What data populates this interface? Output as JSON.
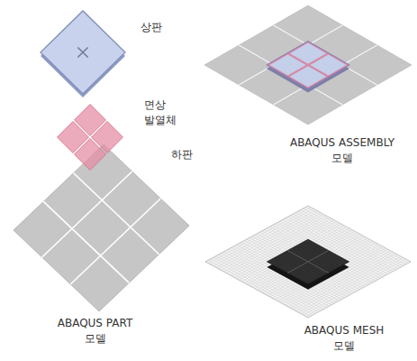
{
  "diagram": {
    "labels": [
      "상판",
      "면상 발열체",
      "하판",
      "ABAQUS PART 모델",
      "ABAQUS ASSEMBLY 모델",
      "ABAQUS MESH 모델"
    ]
  }
}
